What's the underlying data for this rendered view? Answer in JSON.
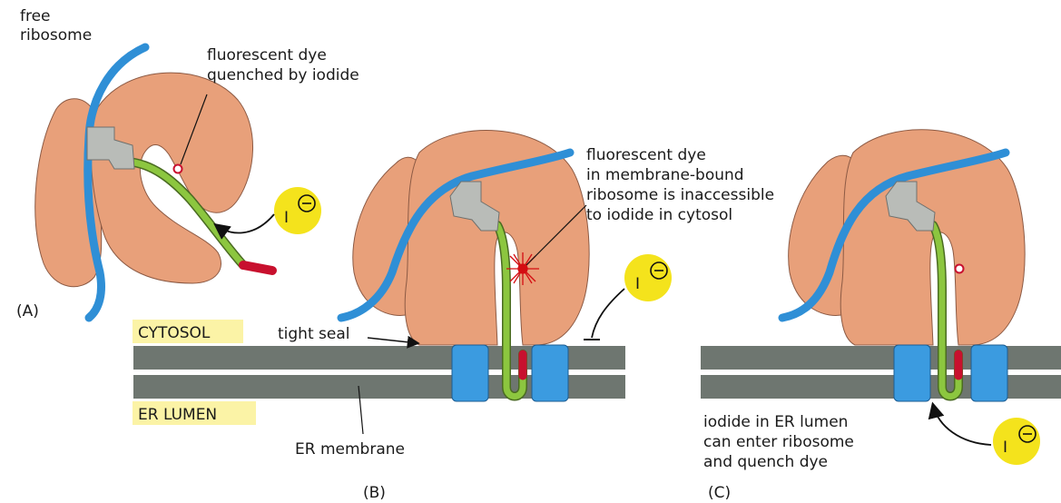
{
  "panels": {
    "a": {
      "letter": "(A)",
      "ribosome_label": [
        "free",
        "ribosome"
      ],
      "dye_label": [
        "fluorescent dye",
        "quenched by iodide"
      ],
      "iodide_symbol": "I"
    },
    "b": {
      "letter": "(B)",
      "dye_label": [
        "fluorescent dye",
        "in membrane-bound",
        "ribosome is inaccessible",
        "to iodide in cytosol"
      ],
      "cytosol_label": "CYTOSOL",
      "lumen_label": "ER LUMEN",
      "seal_label": "tight seal",
      "membrane_label": "ER membrane",
      "iodide_symbol": "I"
    },
    "c": {
      "letter": "(C)",
      "note": [
        "iodide in ER lumen",
        "can enter ribosome",
        "and quench dye"
      ],
      "iodide_symbol": "I"
    }
  },
  "colors": {
    "ribosome": "#e8a07a",
    "ribosome_edge": "#8c5a44",
    "mrna": "#2f8fd6",
    "trna": "#b9bcb8",
    "nascent_chain": "#8cc63f",
    "signal_sequence": "#c8102e",
    "membrane": "#6e7670",
    "translocon": "#3b9be0",
    "iodide": "#f4e31c",
    "label_box": "#fbf3a6"
  }
}
